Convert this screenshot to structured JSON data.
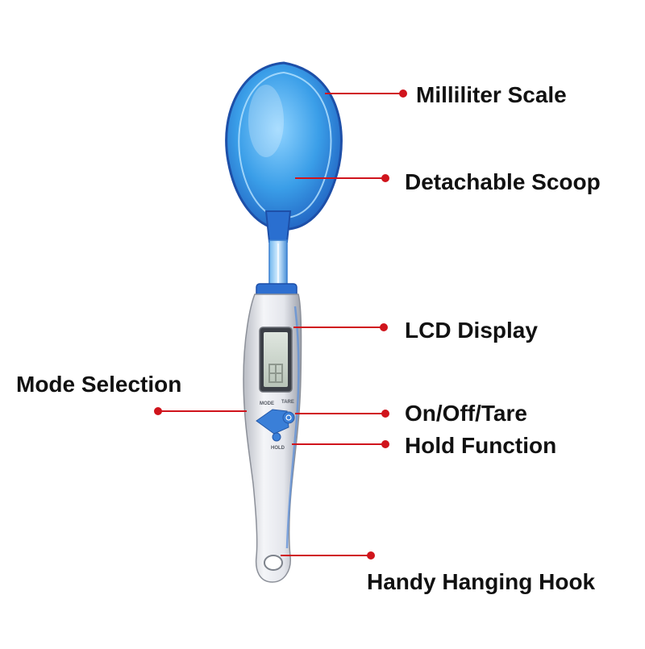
{
  "callouts": {
    "milliliter_scale": "Milliliter Scale",
    "detachable_scoop": "Detachable Scoop",
    "lcd_display": "LCD Display",
    "mode_selection": "Mode Selection",
    "on_off_tare": "On/Off/Tare",
    "hold_function": "Hold Function",
    "hanging_hook": "Handy Hanging Hook"
  },
  "device": {
    "mode_text": "MODE",
    "tare_text": "TARE",
    "hold_text": "HOLD"
  },
  "colors": {
    "scoop_blue": "#3a9ee8",
    "scoop_dark": "#1f5fbf",
    "button_blue": "#3a7fd8",
    "pointer_red": "#d0141c",
    "lcd_green": "#c8d4c8"
  }
}
